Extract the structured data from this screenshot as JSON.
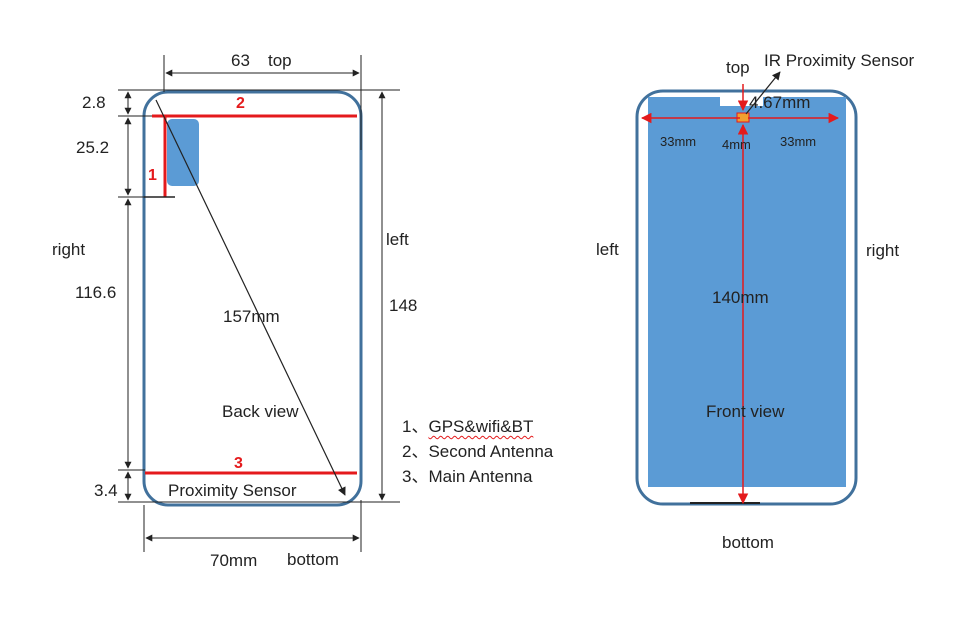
{
  "back_view": {
    "title": "Back view",
    "dims": {
      "width_top": "63",
      "top_label": "top",
      "h_2_8": "2.8",
      "h_25_2": "25.2",
      "h_116_6": "116.6",
      "h_3_4": "3.4",
      "side_right": "right",
      "side_left": "left",
      "height_148": "148",
      "diagonal": "157mm",
      "width_bottom": "70mm",
      "bottom_label": "bottom"
    },
    "antenna_markers": [
      "1",
      "2",
      "3"
    ],
    "proximity_label": "Proximity Sensor"
  },
  "legend": [
    {
      "num": "1、",
      "text": "GPS&wifi&BT"
    },
    {
      "num": "2、",
      "text": "Second Antenna"
    },
    {
      "num": "3、",
      "text": "Main Antenna"
    }
  ],
  "front_view": {
    "title": "Front view",
    "top_label": "top",
    "ir_label": "IR Proximity Sensor",
    "notch_width": "4.67mm",
    "left_width": "33mm",
    "center_width": "4mm",
    "right_width": "33mm",
    "side_left": "left",
    "side_right": "right",
    "height": "140mm",
    "bottom_label": "bottom"
  },
  "colors": {
    "outline": "#41719c",
    "screen": "#5b9bd5",
    "antenna": "#e41a1c",
    "dim_line": "#222222"
  }
}
